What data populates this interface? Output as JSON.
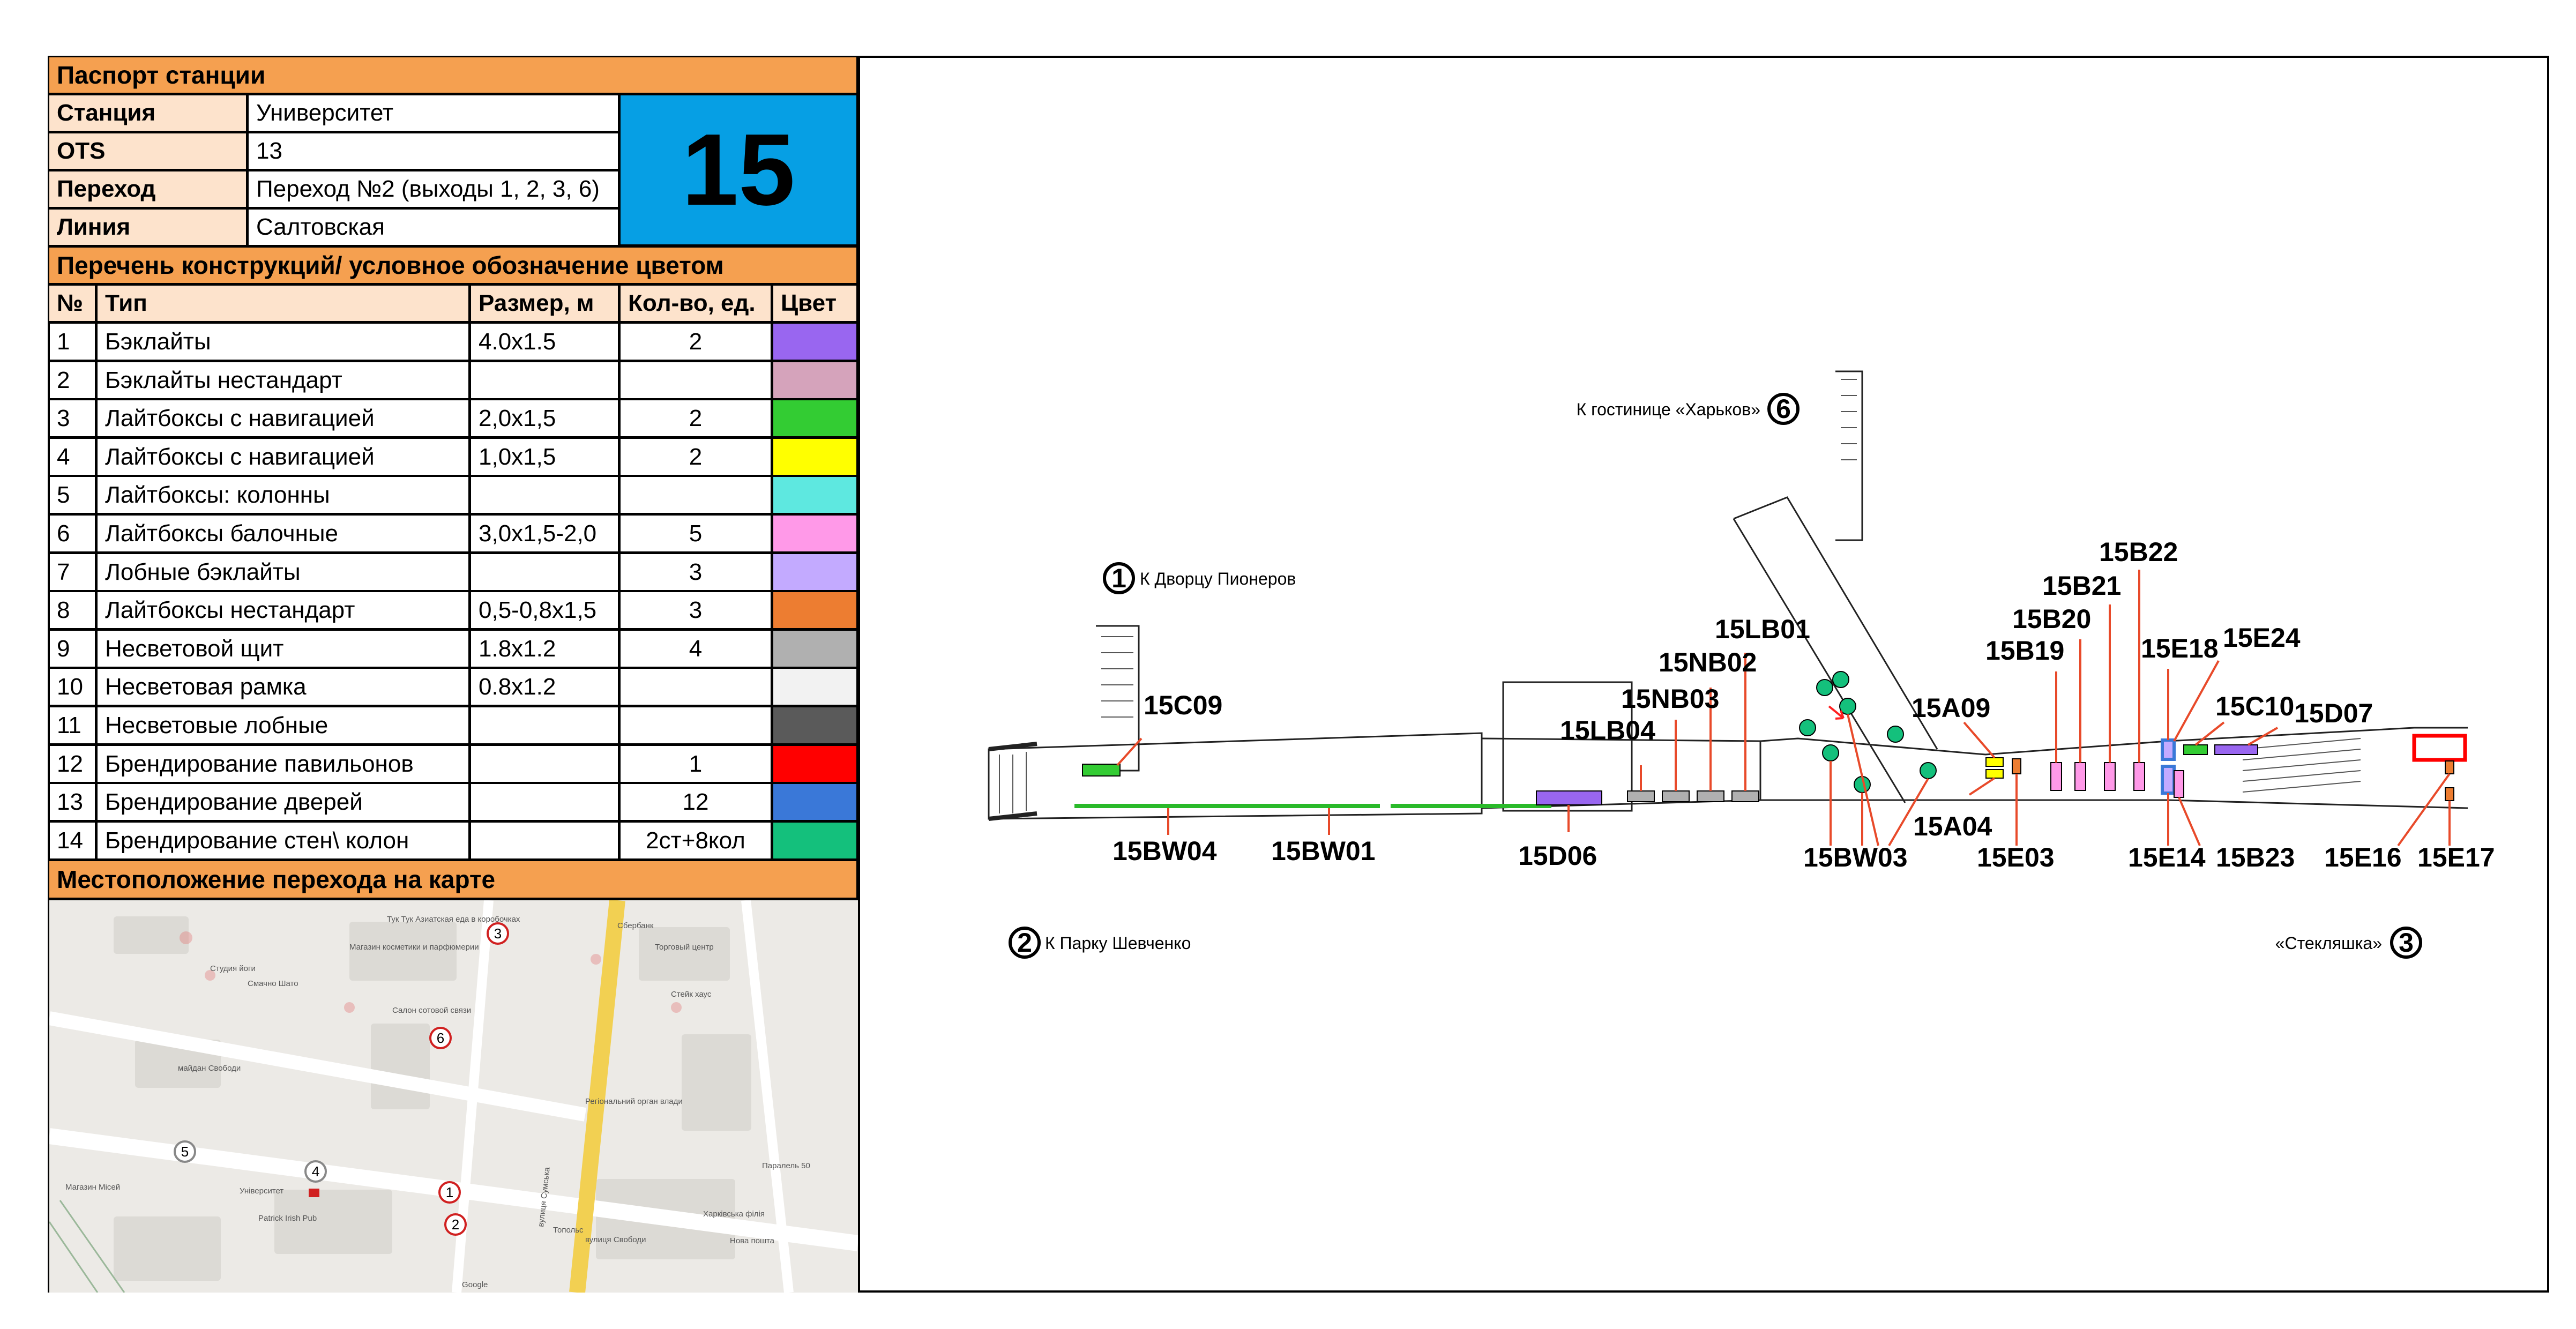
{
  "passport": {
    "title": "Паспорт станции",
    "station_label": "Станция",
    "station_value": "Университет",
    "ots_label": "OTS",
    "ots_value": "13",
    "transition_label": "Переход",
    "transition_value": "Переход №2 (выходы 1, 2, 3, 6)",
    "line_label": "Линия",
    "line_value": "Салтовская",
    "number": "15"
  },
  "constructions": {
    "title": "Перечень конструкций/ условное обозначение цветом",
    "headers": {
      "no": "№",
      "type": "Тип",
      "size": "Размер, м",
      "qty": "Кол-во, ед.",
      "color": "Цвет"
    },
    "rows": [
      {
        "no": "1",
        "type": "Бэклайты",
        "size": "4.0x1.5",
        "qty": "2",
        "color": "#9966f0"
      },
      {
        "no": "2",
        "type": "Бэклайты нестандарт",
        "size": "",
        "qty": "",
        "color": "#d5a3bb"
      },
      {
        "no": "3",
        "type": "Лайтбоксы с навигацией",
        "size": "2,0x1,5",
        "qty": "2",
        "color": "#33cc33"
      },
      {
        "no": "4",
        "type": "Лайтбоксы с навигацией",
        "size": "1,0x1,5",
        "qty": "2",
        "color": "#ffff00"
      },
      {
        "no": "5",
        "type": "Лайтбоксы: колонны",
        "size": "",
        "qty": "",
        "color": "#5ee8e0"
      },
      {
        "no": "6",
        "type": "Лайтбоксы балочные",
        "size": "3,0x1,5-2,0",
        "qty": "5",
        "color": "#ff99e8"
      },
      {
        "no": "7",
        "type": "Лобные бэклайты",
        "size": "",
        "qty": "3",
        "color": "#c3aaff"
      },
      {
        "no": "8",
        "type": "Лайтбоксы нестандарт",
        "size": "0,5-0,8x1,5",
        "qty": "3",
        "color": "#ed7d31"
      },
      {
        "no": "9",
        "type": "Несветовой щит",
        "size": "1.8x1.2",
        "qty": "4",
        "color": "#b0b0b0"
      },
      {
        "no": "10",
        "type": "Несветовая рамка",
        "size": "0.8x1.2",
        "qty": "",
        "color": "#f2f2f2"
      },
      {
        "no": "11",
        "type": "Несветовые лобные",
        "size": "",
        "qty": "",
        "color": "#5a5a5a"
      },
      {
        "no": "12",
        "type": "Брендирование павильонов",
        "size": "",
        "qty": "1",
        "color": "#ff0000"
      },
      {
        "no": "13",
        "type": "Брендирование дверей",
        "size": "",
        "qty": "12",
        "color": "#3a78d8"
      },
      {
        "no": "14",
        "type": "Брендирование стен\\ колон",
        "size": "",
        "qty": "2ст+8кол",
        "color": "#14c07c"
      }
    ]
  },
  "location": {
    "title": "Местоположение перехода на карте",
    "map": {
      "street_sumskaya": "вулиця Сумська",
      "street_svobody": "майдан Свободи",
      "street_svobody2": "вулиця Свободи",
      "metro": "Університет",
      "exits": [
        "1",
        "2",
        "3",
        "4",
        "5",
        "6"
      ],
      "pois": [
        "Тук Тук Азиатская еда в коробочках",
        "Магазин косметики и парфюмерии",
        "Студия йоги",
        "Смачно Шато",
        "Салон сотовой связи",
        "Торговый центр",
        "Сбербанк",
        "Стейк хаус",
        "Регіональний орган влади",
        "Паралель 50",
        "Харківська філія",
        "Нова пошта",
        "Patrick Irish Pub",
        "Магазин Місей",
        "Топольс",
        "Google"
      ]
    }
  },
  "diagram": {
    "exits": {
      "e1": {
        "num": "1",
        "label": "К Дворцу Пионеров"
      },
      "e2": {
        "num": "2",
        "label": "К Парку Шевченко"
      },
      "e3": {
        "num": "3",
        "label": "«Стекляшка»"
      },
      "e6": {
        "num": "6",
        "label": "К гостинице «Харьков»"
      }
    },
    "labels": [
      "15C09",
      "15BW04",
      "15BW01",
      "15D06",
      "15LB04",
      "15NB03",
      "15NB02",
      "15LB01",
      "15BW03",
      "15A09",
      "15A04",
      "15E03",
      "15B19",
      "15B20",
      "15B21",
      "15B22",
      "15E18",
      "15E24",
      "15C10",
      "15D07",
      "15E14",
      "15B23",
      "15E16",
      "15E17"
    ]
  }
}
